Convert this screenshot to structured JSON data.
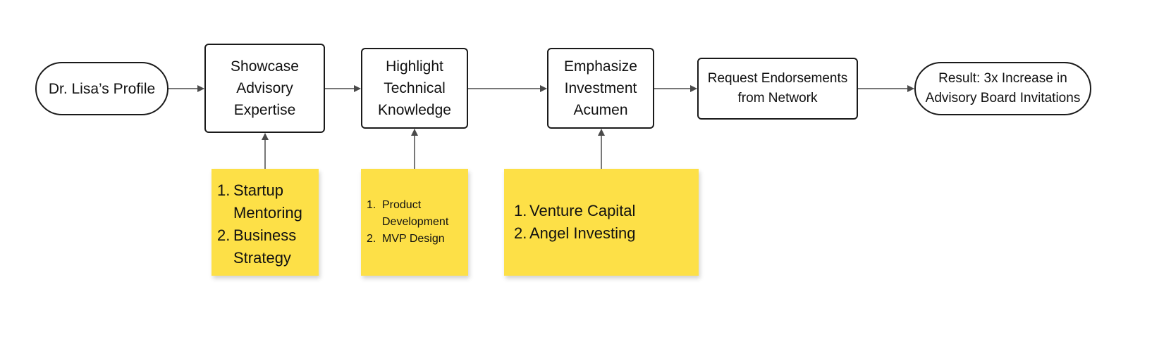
{
  "flow": {
    "nodes": [
      {
        "id": "start",
        "label": "Dr. Lisa’s Profile"
      },
      {
        "id": "showcase",
        "label": "Showcase\nAdvisory\nExpertise"
      },
      {
        "id": "highlight",
        "label": "Highlight\nTechnical\nKnowledge"
      },
      {
        "id": "emphasize",
        "label": "Emphasize\nInvestment\nAcumen"
      },
      {
        "id": "request",
        "label": "Request Endorsements\nfrom Network"
      },
      {
        "id": "result",
        "label": "Result: 3x Increase in\nAdvisory Board Invitations"
      }
    ],
    "edges": [
      {
        "from": "start",
        "to": "showcase"
      },
      {
        "from": "showcase",
        "to": "highlight"
      },
      {
        "from": "highlight",
        "to": "emphasize"
      },
      {
        "from": "emphasize",
        "to": "request"
      },
      {
        "from": "request",
        "to": "result"
      },
      {
        "from": "note-1",
        "to": "showcase"
      },
      {
        "from": "note-2",
        "to": "highlight"
      },
      {
        "from": "note-3",
        "to": "emphasize"
      }
    ]
  },
  "notes": [
    {
      "id": "note-1",
      "items": [
        {
          "num": "1.",
          "text": "Startup Mentoring"
        },
        {
          "num": "2.",
          "text": "Business Strategy"
        }
      ]
    },
    {
      "id": "note-2",
      "items": [
        {
          "num": "1.",
          "text": "Product Development"
        },
        {
          "num": "2.",
          "text": "MVP Design"
        }
      ]
    },
    {
      "id": "note-3",
      "items": [
        {
          "num": "1.",
          "text": "Venture Capital"
        },
        {
          "num": "2.",
          "text": "Angel Investing"
        }
      ]
    }
  ],
  "colors": {
    "stroke": "#1a1a1a",
    "arrow": "#4a4a4a",
    "sticky_note": "#fde047",
    "background": "#ffffff"
  }
}
